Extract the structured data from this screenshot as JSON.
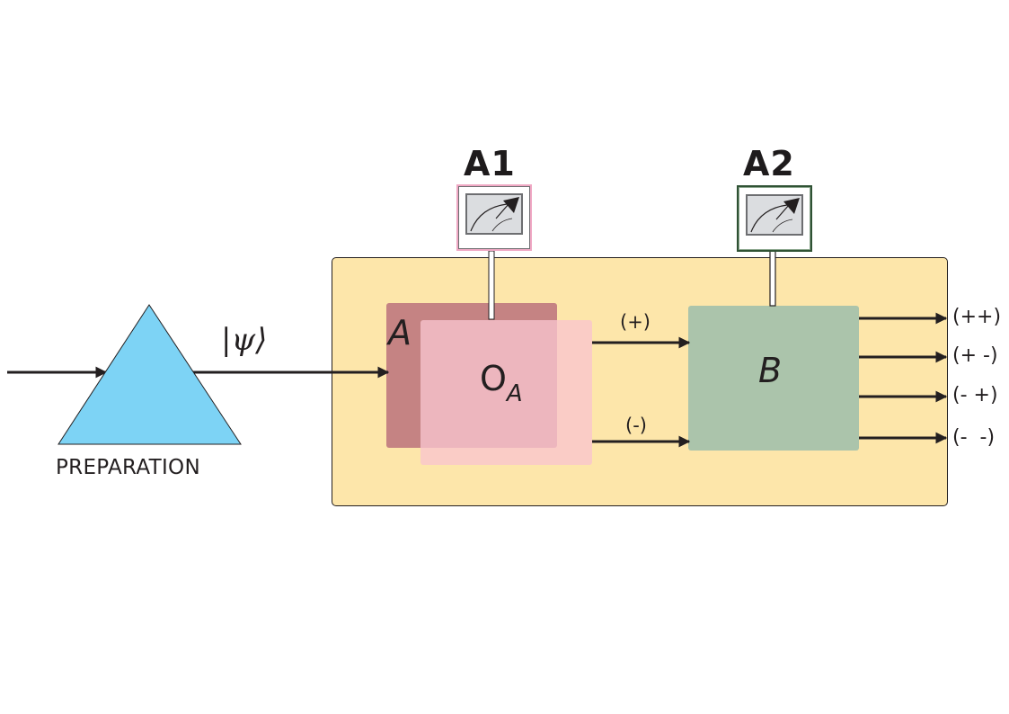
{
  "diagram": {
    "preparation_label": "PREPARATION",
    "state_label": "|ψ⟩",
    "box_a_label": "A",
    "operator_label": "O",
    "operator_subscript": "A",
    "box_b_label": "B",
    "meter_a1_label": "A1",
    "meter_a2_label": "A2",
    "branch_plus_label": "(+)",
    "branch_minus_label": "(-)",
    "outputs": [
      "(++)",
      "(+ -)",
      "(- +)",
      "(-  -)"
    ],
    "icons": {
      "meter_a1": "meter-icon",
      "meter_a2": "meter-icon",
      "preparation": "triangle-icon"
    },
    "colors": {
      "apparatus_background": "#fde6aa",
      "preparation": "#7dd3f5",
      "box_a": "#c58383",
      "operator": "#f5c8d0",
      "box_b": "#abc4ab",
      "meter_a1_border": "#f0a8c4",
      "meter_a2_border": "#2f5234",
      "wire": "#231f20"
    }
  }
}
